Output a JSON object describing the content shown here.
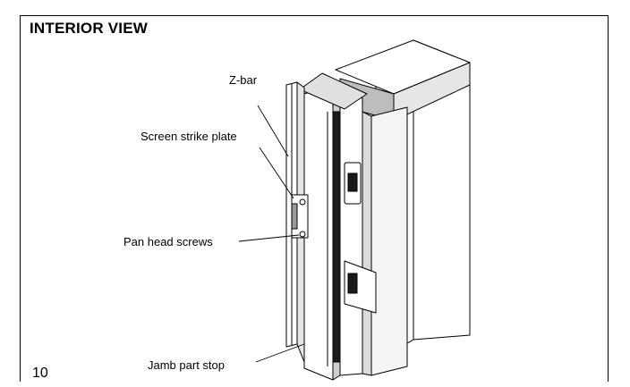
{
  "title": "INTERIOR VIEW",
  "page_number": "10",
  "labels": {
    "z_bar": "Z-bar",
    "screen_strike_plate": "Screen strike plate",
    "pan_head_screws": "Pan head screws",
    "jamb_part_stop": "Jamb part stop"
  },
  "colors": {
    "line": "#000000",
    "fill_light": "#ffffff",
    "fill_mid": "#d9d9d9",
    "fill_dark": "#9a9a9a",
    "fill_black": "#1a1a1a"
  }
}
